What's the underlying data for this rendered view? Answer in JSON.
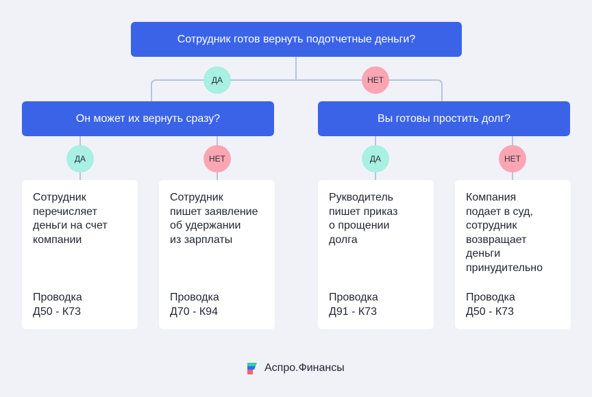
{
  "question_top": "Сотрудник готов вернуть подотчетные деньги?",
  "question_left": "Он может их вернуть сразу?",
  "question_right": "Вы готовы простить долг?",
  "yes_label": "ДА",
  "no_label": "НЕТ",
  "cards": [
    {
      "lines": [
        "Сотрудник",
        "перечисляет",
        "деньги на счет",
        "компании"
      ],
      "post_label": "Проводка",
      "post_value": "Д50 - К73"
    },
    {
      "lines": [
        "Сотрудник",
        "пишет заявление",
        "об удержании",
        "из зарплаты"
      ],
      "post_label": "Проводка",
      "post_value": "Д70 - К94"
    },
    {
      "lines": [
        "Рукводитель",
        "пишет приказ",
        "о прощении",
        "долга"
      ],
      "post_label": "Проводка",
      "post_value": "Д91 - К73"
    },
    {
      "lines": [
        "Компания",
        "подает в суд,",
        "сотрудник",
        "возвращает",
        "деньги",
        "принудительно"
      ],
      "post_label": "Проводка",
      "post_value": "Д50 - К73"
    }
  ],
  "brand": {
    "name": "Аспро.Финансы",
    "icon": "aspro-logo-icon",
    "colors": [
      "#2f6bf0",
      "#2ed3a6",
      "#ff5f7a"
    ]
  },
  "colors": {
    "question_bg": "#3a63e8",
    "yes_badge": "#a8f0e1",
    "no_badge": "#fba5b3",
    "connector": "#b6c3e0",
    "background": "#f0f2f8"
  }
}
